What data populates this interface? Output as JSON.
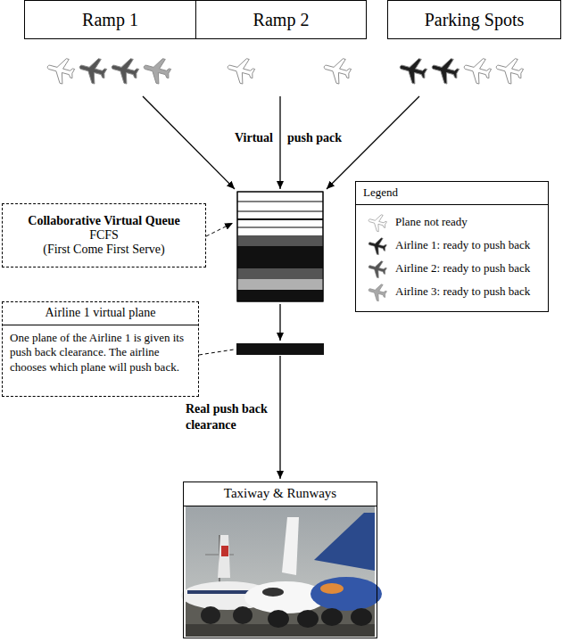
{
  "diagram": {
    "nodes": [
      {
        "text": [
          "Ramp 1"
        ]
      },
      {
        "text": [
          "Ramp 2"
        ]
      },
      {
        "text": [
          "Parking Spots"
        ]
      },
      {
        "text": [
          "Collaborative Virtual Queue",
          "FCFS",
          "(First Come First Serve)"
        ]
      },
      {
        "text": [
          "Legend"
        ]
      },
      {
        "text": [
          "Airline 1 virtual plane",
          "One plane of the Airline 1 is given its push back clearance. The airline chooses which plane will push back."
        ]
      },
      {
        "text": [
          "Taxiway & Runways"
        ]
      }
    ],
    "labels": [
      "Virtual",
      "push pack",
      "Real push back clearance"
    ],
    "legend": [
      {
        "text": "Plane not ready",
        "color": "#ffffff"
      },
      {
        "text": "Airline 1: ready to push back",
        "color": "#1e1e1e"
      },
      {
        "text": "Airline 2: ready to push back",
        "color": "#555555"
      },
      {
        "text": "Airline 3: ready to push back",
        "color": "#a8a8a8"
      }
    ]
  }
}
